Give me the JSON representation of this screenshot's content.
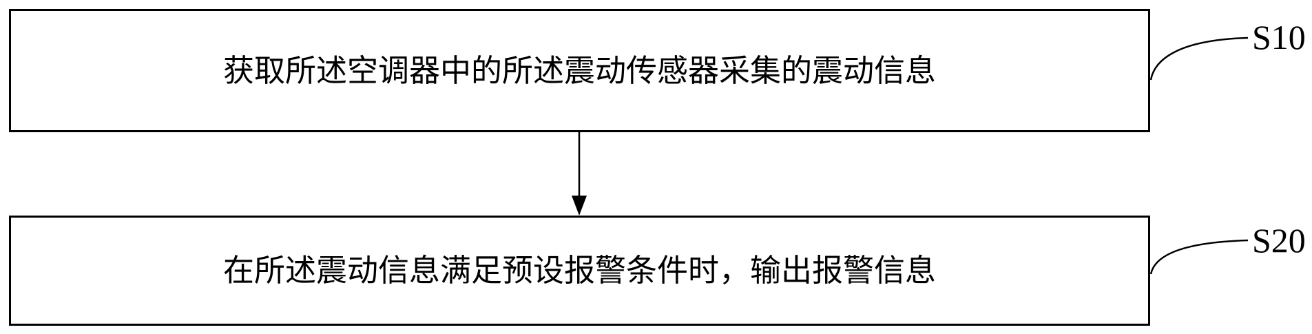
{
  "figure": {
    "type": "flowchart",
    "background_color": "#ffffff",
    "line_color": "#000000",
    "steps": [
      {
        "label": "S10",
        "text": "获取所述空调器中的所述震动传感器采集的震动信息"
      },
      {
        "label": "S20",
        "text": "在所述震动信息满足预设报警条件时，输出报警信息"
      }
    ],
    "connector": {
      "type": "arrow-down"
    }
  }
}
